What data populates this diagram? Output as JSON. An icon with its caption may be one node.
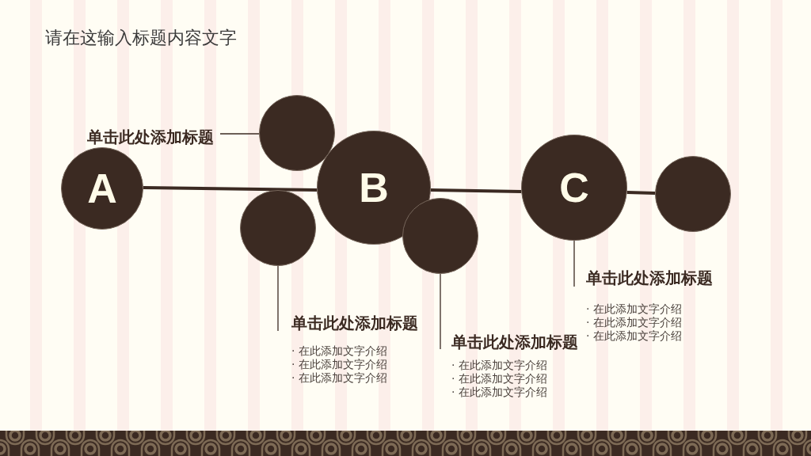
{
  "diagram": {
    "title": "请在这输入标题内容文字",
    "nodes": [
      {
        "text": [
          "单击此处添加标题"
        ]
      },
      {
        "text": [
          "A"
        ]
      },
      {
        "text": [],
        "shape": "circle"
      },
      {
        "text": [],
        "shape": "circle"
      },
      {
        "text": [
          "B"
        ]
      },
      {
        "text": [],
        "shape": "circle"
      },
      {
        "text": [
          "C"
        ]
      },
      {
        "text": [],
        "shape": "circle"
      },
      {
        "text": [
          "单击此处添加标题",
          "· 在此添加文字介绍",
          "· 在此添加文字介绍",
          "· 在此添加文字介绍"
        ]
      },
      {
        "text": [
          "单击此处添加标题",
          "· 在此添加文字介绍",
          "· 在此添加文字介绍",
          "· 在此添加文字介绍"
        ]
      },
      {
        "text": [
          "单击此处添加标题",
          "· 在此添加文字介绍",
          "· 在此添加文字介绍",
          "· 在此添加文字介绍"
        ]
      }
    ],
    "edges": [
      {
        "from": 0,
        "to": 2,
        "arrow": "none"
      },
      {
        "from": 1,
        "to": 4,
        "arrow": "none",
        "style": "thick"
      },
      {
        "from": 4,
        "to": 6,
        "arrow": "none",
        "style": "thick"
      },
      {
        "from": 6,
        "to": 7,
        "arrow": "none",
        "style": "thick"
      },
      {
        "from": 8,
        "to": 3,
        "arrow": "none"
      },
      {
        "from": 9,
        "to": 5,
        "arrow": "none"
      },
      {
        "from": 10,
        "to": 6,
        "arrow": "none"
      }
    ]
  }
}
